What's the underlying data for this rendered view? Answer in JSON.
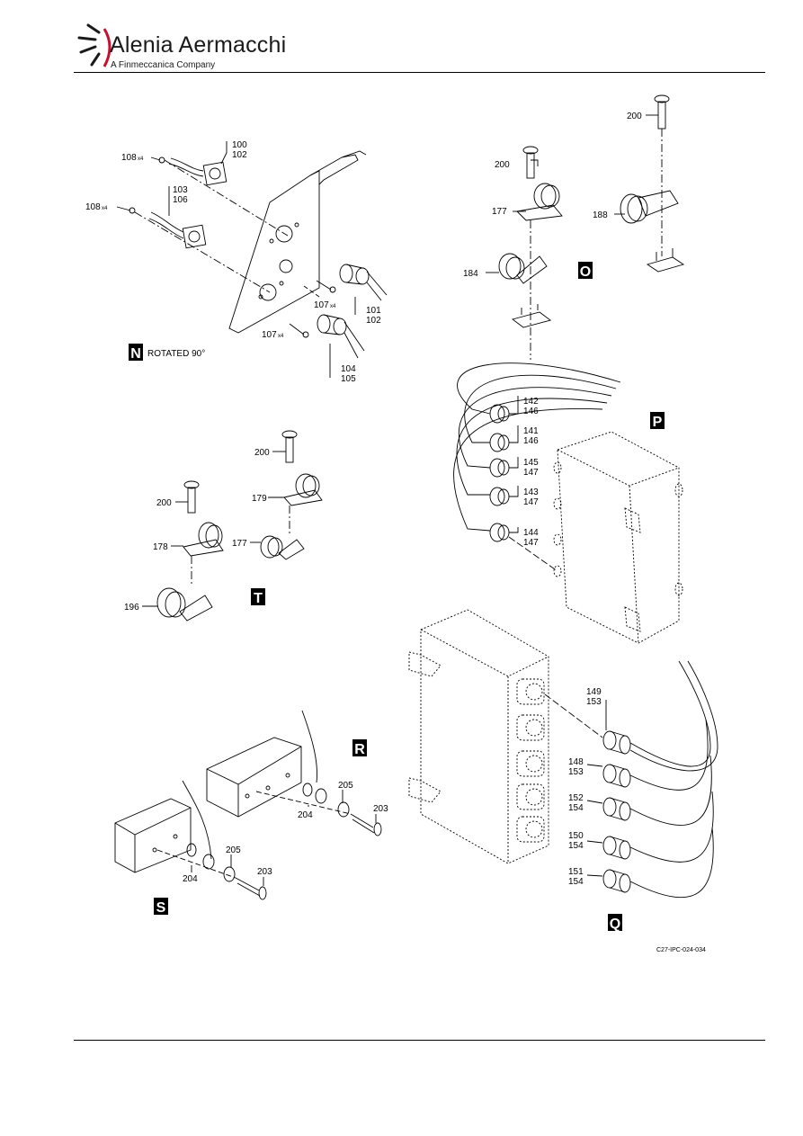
{
  "header": {
    "company": "Alenia Aermacchi",
    "subtitle": "A Finmeccanica Company"
  },
  "figure_ref": "C27-IPC-024-034",
  "views": {
    "N": {
      "letter": "N",
      "note": "ROTATED 90°"
    },
    "O": {
      "letter": "O"
    },
    "P": {
      "letter": "P"
    },
    "Q": {
      "letter": "Q"
    },
    "R": {
      "letter": "R"
    },
    "S": {
      "letter": "S"
    },
    "T": {
      "letter": "T"
    }
  },
  "callouts": {
    "n_100": "100",
    "n_102a": "102",
    "n_108a": "108",
    "n_108b": "108",
    "n_103": "103",
    "n_106": "106",
    "n_107a": "107",
    "n_107b": "107",
    "n_101": "101",
    "n_102b": "102",
    "n_104": "104",
    "n_105": "105",
    "o_200a": "200",
    "o_177": "177",
    "o_184": "184",
    "o_200b": "200",
    "o_188": "188",
    "p_142": "142",
    "p_146a": "146",
    "p_141": "141",
    "p_146b": "146",
    "p_145": "145",
    "p_147a": "147",
    "p_143": "143",
    "p_147b": "147",
    "p_144": "144",
    "p_147c": "147",
    "t_200a": "200",
    "t_179": "179",
    "t_177": "177",
    "t_200b": "200",
    "t_178": "178",
    "t_196": "196",
    "q_149": "149",
    "q_153a": "153",
    "q_148": "148",
    "q_153b": "153",
    "q_152": "152",
    "q_154a": "154",
    "q_150": "150",
    "q_154b": "154",
    "q_151": "151",
    "q_154c": "154",
    "r_205": "205",
    "r_204": "204",
    "r_203": "203",
    "s_205": "205",
    "s_204": "204",
    "s_203": "203"
  },
  "multipliers": {
    "x4": "x4"
  }
}
